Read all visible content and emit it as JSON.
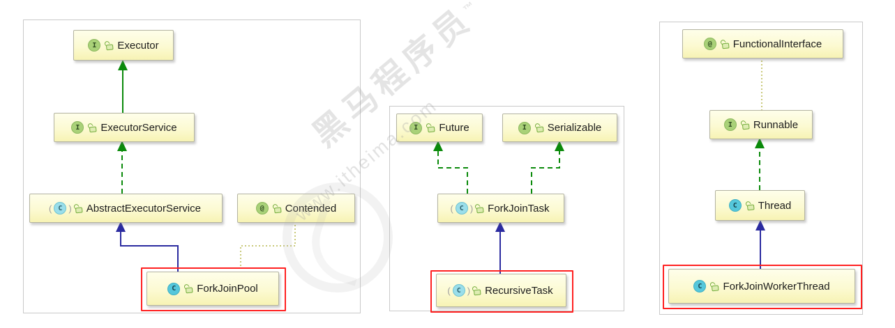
{
  "diagram": {
    "app": "IntelliJ IDEA UML class diagram",
    "colors": {
      "node_fill_top": "#fefeea",
      "node_fill_bottom": "#f7f3b4",
      "node_border": "#b3b3a0",
      "panel_border": "#c9c9c9",
      "interface_icon_green": "#a9d178",
      "class_icon_teal": "#55c7db",
      "extends_arrow_green": "#0a8a0a",
      "extends_arrow_blue": "#2b2ba0",
      "annotation_link_olive": "#c9c97a",
      "selection_red": "#ff2020"
    },
    "watermark": {
      "brand": "黑马程序员",
      "tm": "™",
      "url": "www.itheima.com"
    },
    "panels": [
      {
        "name": "forkjoinpool-hierarchy",
        "nodes": [
          {
            "label": "Executor",
            "kind": "interface",
            "icon_glyph": "I",
            "icon_left": "",
            "icon_right": "",
            "selected": false
          },
          {
            "label": "ExecutorService",
            "kind": "interface",
            "icon_glyph": "I",
            "icon_left": "",
            "icon_right": "",
            "selected": false
          },
          {
            "label": "AbstractExecutorService",
            "kind": "abstract-class",
            "icon_glyph": "C",
            "icon_left": "(",
            "icon_right": ")",
            "selected": false
          },
          {
            "label": "Contended",
            "kind": "annotation",
            "icon_glyph": "@",
            "icon_left": "",
            "icon_right": "",
            "selected": false
          },
          {
            "label": "ForkJoinPool",
            "kind": "class",
            "icon_glyph": "C",
            "icon_left": "",
            "icon_right": "",
            "selected": true
          }
        ],
        "edges": [
          {
            "from": "ExecutorService",
            "to": "Executor",
            "relation": "extends",
            "style": "solid-green"
          },
          {
            "from": "AbstractExecutorService",
            "to": "ExecutorService",
            "relation": "implements",
            "style": "dashed-green"
          },
          {
            "from": "ForkJoinPool",
            "to": "AbstractExecutorService",
            "relation": "extends",
            "style": "solid-blue"
          },
          {
            "from": "ForkJoinPool",
            "to": "Contended",
            "relation": "annotated-with",
            "style": "dotted-olive"
          }
        ]
      },
      {
        "name": "recursivetask-hierarchy",
        "nodes": [
          {
            "label": "Future",
            "kind": "interface",
            "icon_glyph": "I",
            "icon_left": "",
            "icon_right": "",
            "selected": false
          },
          {
            "label": "Serializable",
            "kind": "interface",
            "icon_glyph": "I",
            "icon_left": "",
            "icon_right": "",
            "selected": false
          },
          {
            "label": "ForkJoinTask",
            "kind": "abstract-class",
            "icon_glyph": "C",
            "icon_left": "(",
            "icon_right": ")",
            "selected": false
          },
          {
            "label": "RecursiveTask",
            "kind": "abstract-class",
            "icon_glyph": "C",
            "icon_left": "(",
            "icon_right": ")",
            "selected": true
          }
        ],
        "edges": [
          {
            "from": "ForkJoinTask",
            "to": "Future",
            "relation": "implements",
            "style": "dashed-green"
          },
          {
            "from": "ForkJoinTask",
            "to": "Serializable",
            "relation": "implements",
            "style": "dashed-green"
          },
          {
            "from": "RecursiveTask",
            "to": "ForkJoinTask",
            "relation": "extends",
            "style": "solid-blue"
          }
        ]
      },
      {
        "name": "forkjoinworkerthread-hierarchy",
        "nodes": [
          {
            "label": "FunctionalInterface",
            "kind": "annotation",
            "icon_glyph": "@",
            "icon_left": "",
            "icon_right": "",
            "selected": false
          },
          {
            "label": "Runnable",
            "kind": "interface",
            "icon_glyph": "I",
            "icon_left": "",
            "icon_right": "",
            "selected": false
          },
          {
            "label": "Thread",
            "kind": "class",
            "icon_glyph": "C",
            "icon_left": "",
            "icon_right": "",
            "selected": false
          },
          {
            "label": "ForkJoinWorkerThread",
            "kind": "class",
            "icon_glyph": "C",
            "icon_left": "",
            "icon_right": "",
            "selected": true
          }
        ],
        "edges": [
          {
            "from": "Runnable",
            "to": "FunctionalInterface",
            "relation": "annotated-with",
            "style": "dotted-olive"
          },
          {
            "from": "Thread",
            "to": "Runnable",
            "relation": "implements",
            "style": "dashed-green"
          },
          {
            "from": "ForkJoinWorkerThread",
            "to": "Thread",
            "relation": "extends",
            "style": "solid-blue"
          }
        ]
      }
    ]
  }
}
